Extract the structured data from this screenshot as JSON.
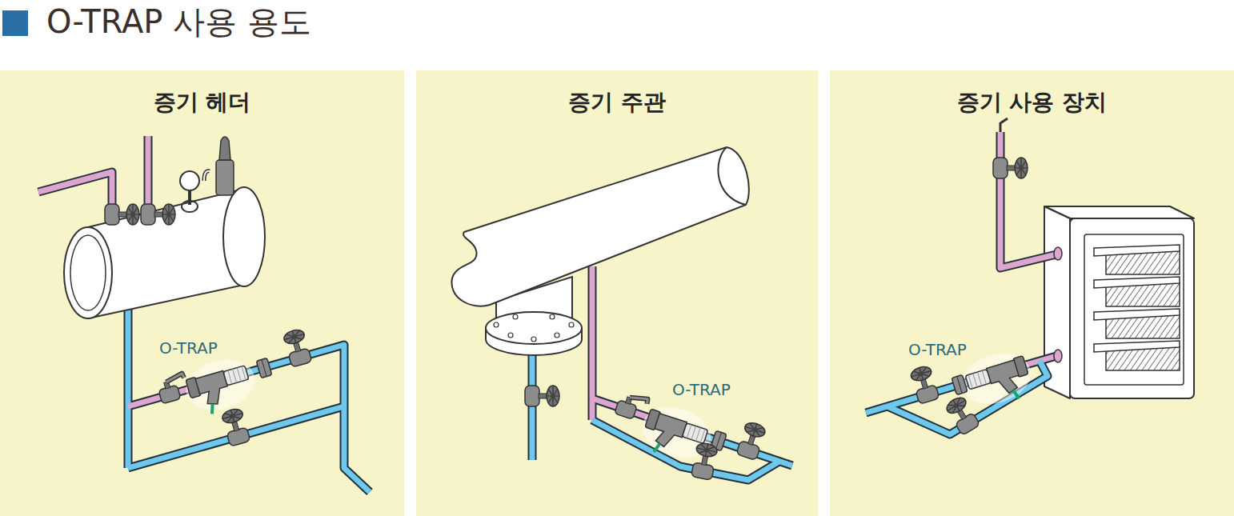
{
  "diagram": {
    "title": "O-TRAP 사용 용도",
    "nodes": [
      {
        "text": [
          "증기 헤더"
        ]
      },
      {
        "text": [
          "증기 주관"
        ]
      },
      {
        "text": [
          "증기 사용 장치"
        ]
      }
    ],
    "labels": [
      "O-TRAP",
      "O-TRAP",
      "O-TRAP"
    ]
  }
}
